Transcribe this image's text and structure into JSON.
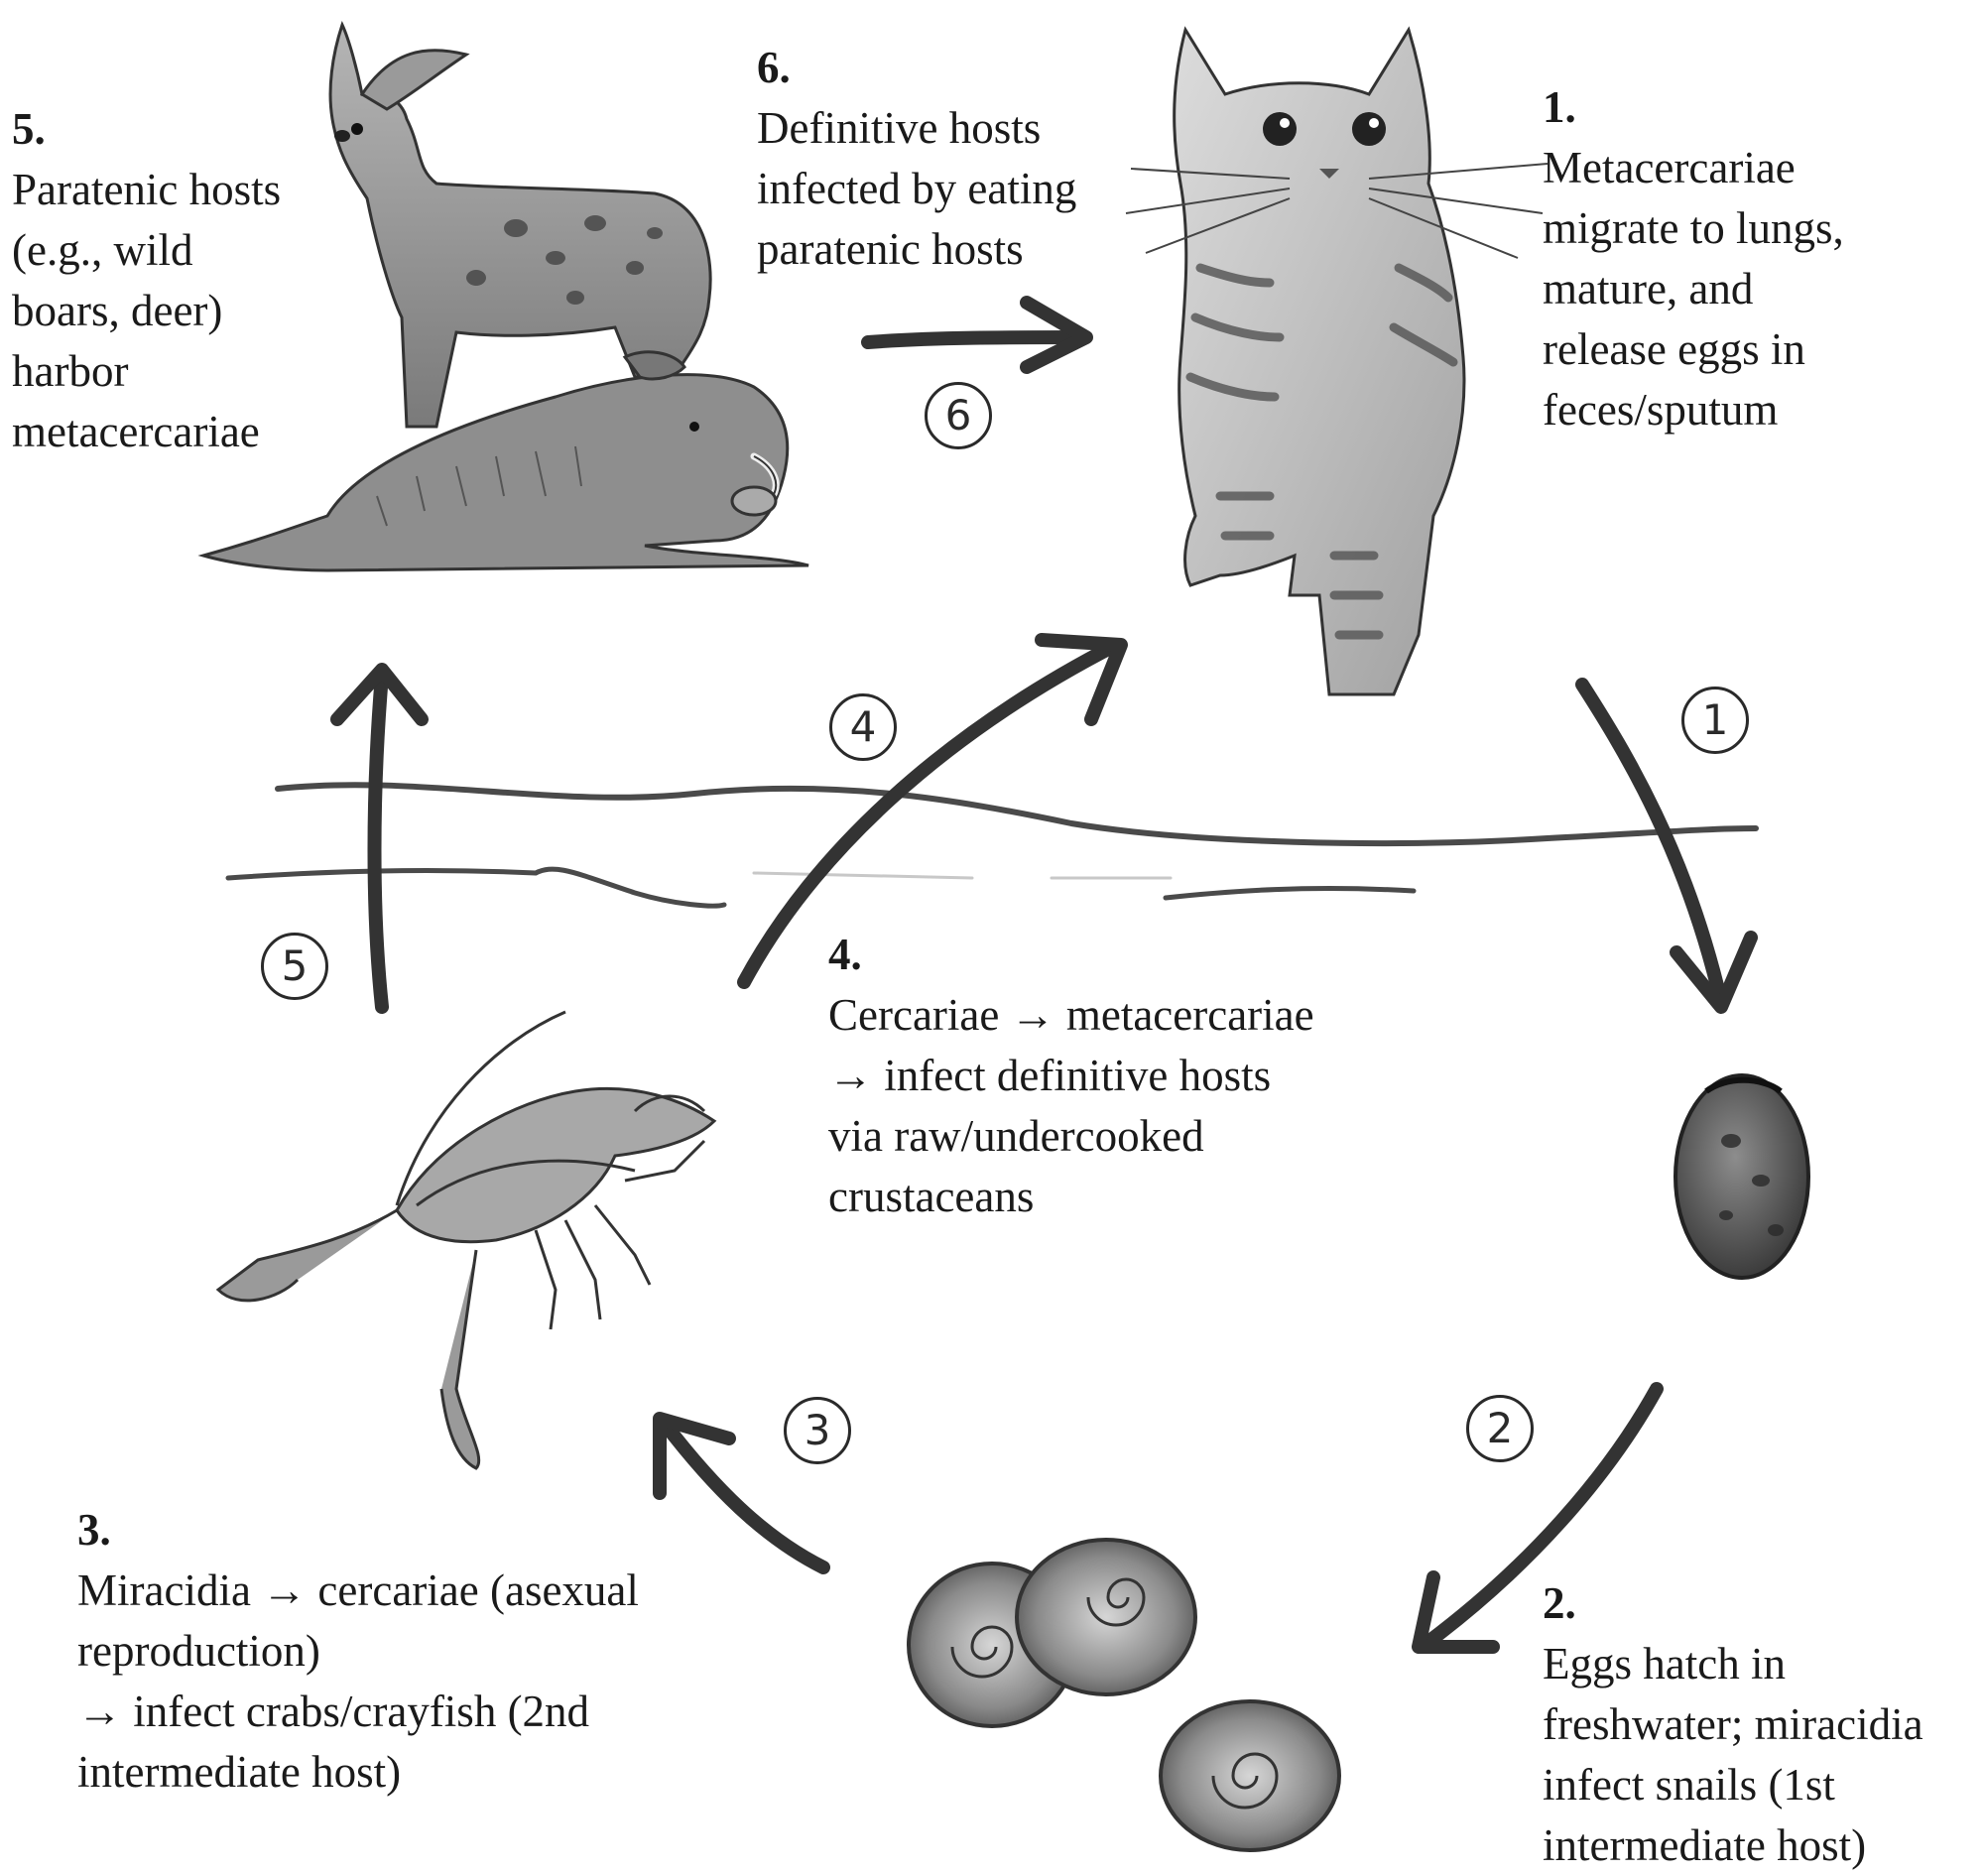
{
  "stages": [
    {
      "num": "1.",
      "desc": "Metacercariae\nmigrate to lungs,\nmature, and\nrelease eggs in\nfeces/sputum"
    },
    {
      "num": "2.",
      "desc": "Eggs hatch in\nfreshwater; miracidia\ninfect snails (1st\nintermediate host)"
    },
    {
      "num": "3.",
      "desc": "Miracidia → cercariae (asexual\nreproduction)\n→ infect crabs/crayfish (2nd\nintermediate host)"
    },
    {
      "num": "4.",
      "desc": "Cercariae → metacercariae\n→ infect definitive hosts\nvia raw/undercooked\ncrustaceans"
    },
    {
      "num": "5.",
      "desc": "Paratenic hosts\n(e.g., wild\nboars, deer)\nharbor\nmetacercariae"
    },
    {
      "num": "6.",
      "desc": "Definitive hosts\ninfected by eating\nparatenic hosts"
    }
  ],
  "markers": [
    "1",
    "2",
    "3",
    "4",
    "5",
    "6"
  ],
  "illustrations": [
    "cat",
    "egg",
    "snails",
    "crayfish",
    "deer",
    "wild-boar",
    "water"
  ],
  "colors": {
    "ink": "#1a1a1a",
    "arrow": "#333333",
    "fill_dark": "#6b6b6b",
    "fill_light": "#bdbdbd"
  }
}
